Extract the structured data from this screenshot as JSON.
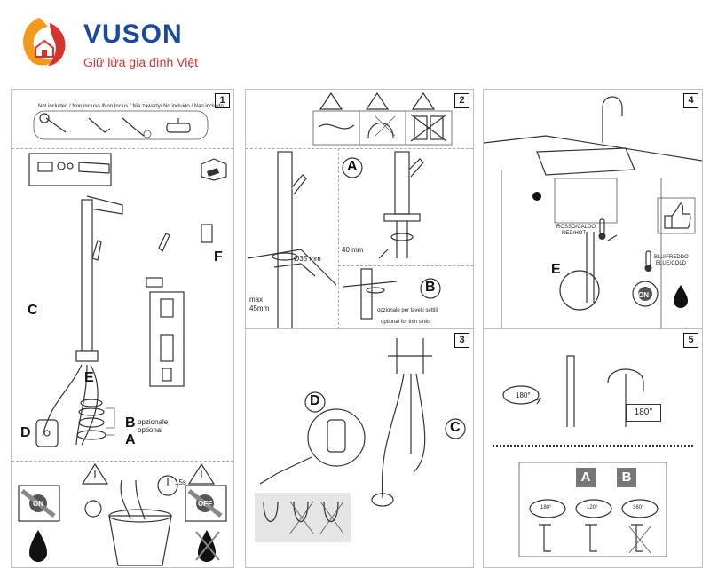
{
  "brand": {
    "name": "VUSON",
    "tagline": "Giữ lửa gia đình Việt",
    "colors": {
      "primary": "#1a4aa0",
      "accent": "#d6322e",
      "flame_orange": "#f39a1e"
    }
  },
  "panel1": {
    "step": "1",
    "not_included": "Not included / Non incluso /Non Inclus / Nie zawarty/ No incluido / Nao incluido",
    "labels": {
      "c": "C",
      "e": "E",
      "f": "F",
      "d": "D",
      "b": "B",
      "a": "A"
    },
    "optional_note": [
      "opzionale",
      "optional"
    ],
    "timer": "15s",
    "switch_on": "ON",
    "switch_off": "OFF"
  },
  "panel2": {
    "step": "2",
    "label_a": "A",
    "label_b": "B",
    "dim_hole": "Ø35 mm",
    "dim_height": "40 mm",
    "dim_max": [
      "max",
      "45mm"
    ],
    "thin_sink_note": [
      "opzionale per lavelli settili",
      "optional for thin sinks"
    ]
  },
  "panel3": {
    "step": "3",
    "label_d": "D",
    "label_c": "C"
  },
  "panel4": {
    "step": "4",
    "hot_label": [
      "ROSSO/CALDO",
      "RED/HOT"
    ],
    "cold_label": [
      "BLU/FREDDO",
      "BLUE/COLD"
    ],
    "label_e": "E",
    "switch_on": "ON"
  },
  "panel5": {
    "step": "5",
    "rotation_top": "180°",
    "rotation_box": "180°",
    "option_a": "A",
    "option_b": "B",
    "angles": [
      "180°",
      "120°",
      "360°"
    ]
  }
}
